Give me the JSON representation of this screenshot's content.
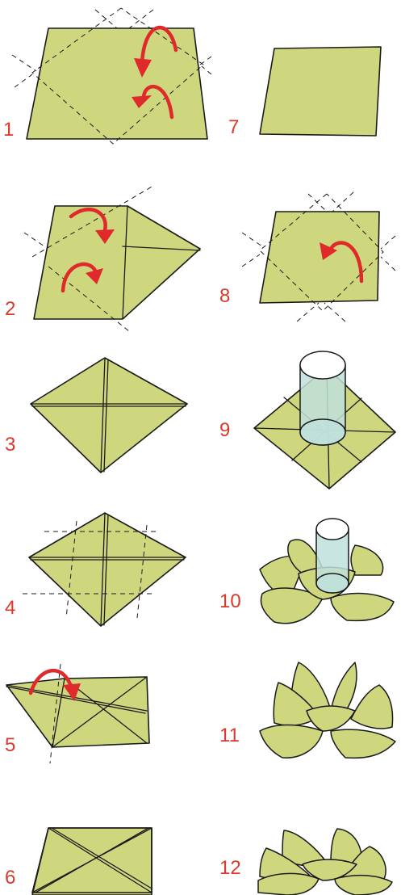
{
  "steps": [
    {
      "label": "1"
    },
    {
      "label": "2"
    },
    {
      "label": "3"
    },
    {
      "label": "4"
    },
    {
      "label": "5"
    },
    {
      "label": "6"
    },
    {
      "label": "7"
    },
    {
      "label": "8"
    },
    {
      "label": "9"
    },
    {
      "label": "10"
    },
    {
      "label": "11"
    },
    {
      "label": "12"
    }
  ],
  "colors": {
    "paper": "#cfd77e",
    "outline": "#1a1a1a",
    "arrow": "#e0292b",
    "step_number": "#d93a2b",
    "glass": "#bfe0dc"
  }
}
